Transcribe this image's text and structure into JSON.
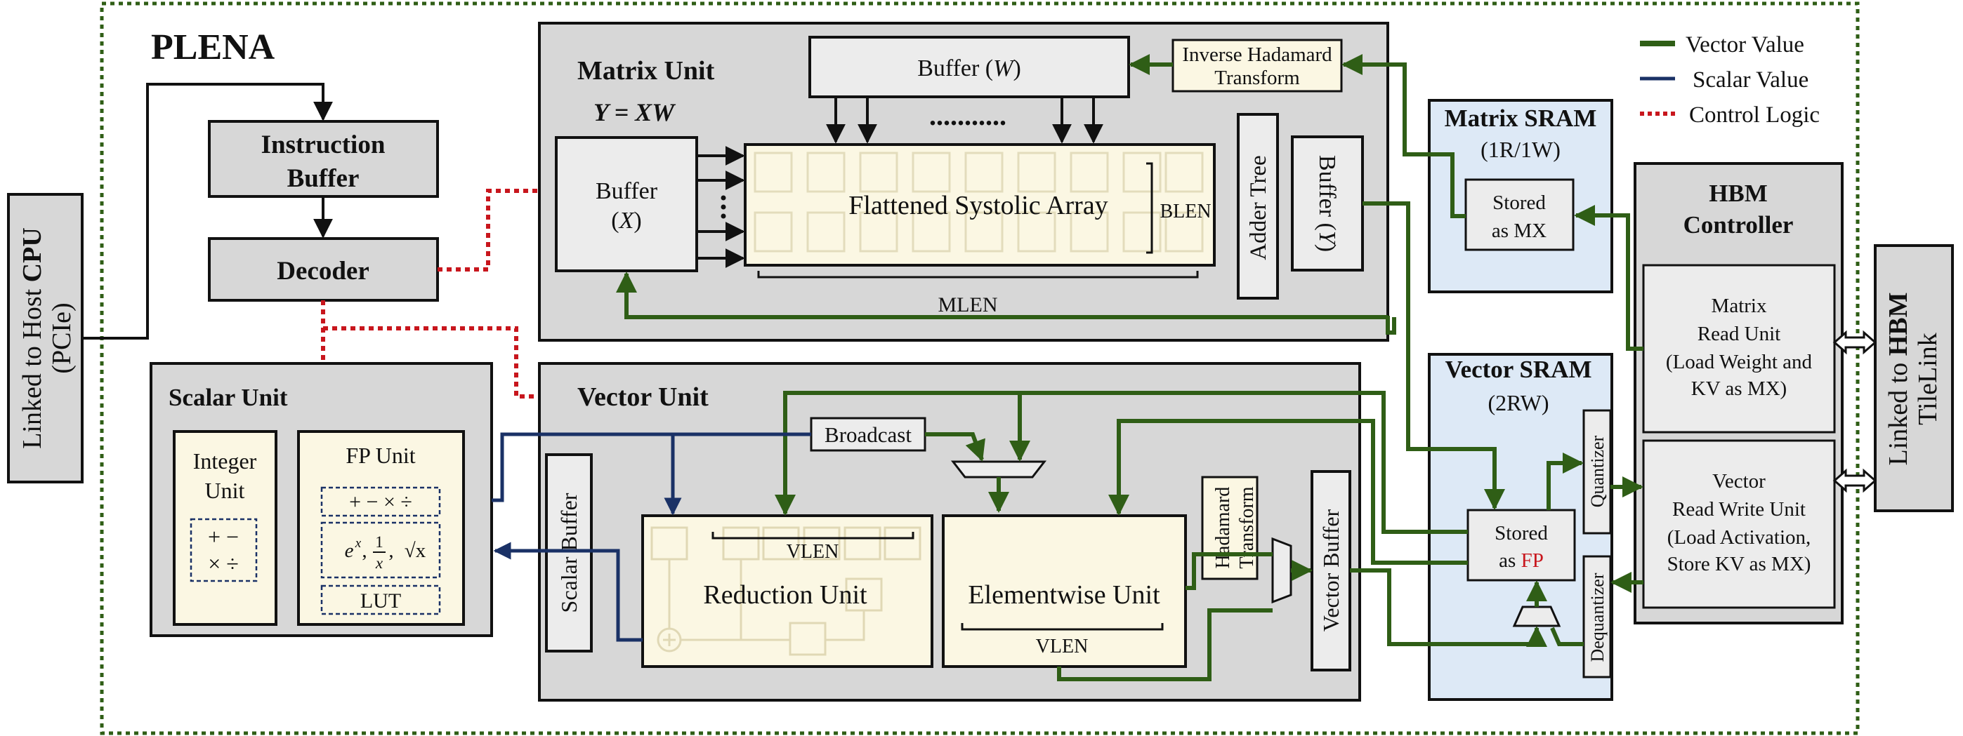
{
  "title": "PLENA",
  "host": {
    "line1_pre": "Linked to Host ",
    "line1_bold": "CPU",
    "line2": "(PCIe)"
  },
  "tilelink": {
    "line1_pre": "Linked to ",
    "line1_bold": "HBM",
    "line2": "TileLink"
  },
  "instruction_buffer": {
    "line1": "Instruction",
    "line2": "Buffer"
  },
  "decoder": "Decoder",
  "matrix_unit": {
    "title": "Matrix Unit",
    "equation": "Y = XW",
    "buffer_w_pre": "Buffer (",
    "buffer_w_var": "W",
    "buffer_w_post": ")",
    "buffer_x_line1": "Buffer",
    "buffer_x_line2_pre": "(",
    "buffer_x_var": "X",
    "buffer_x_line2_post": ")",
    "dots": "...........",
    "systolic": "Flattened Systolic Array",
    "blen": "BLEN",
    "mlen": "MLEN",
    "adder_tree": "Adder Tree",
    "buffer_y_pre": "Buffer (",
    "buffer_y_var": "Y",
    "buffer_y_post": ")",
    "inv_hadamard_line1": "Inverse Hadamard",
    "inv_hadamard_line2": "Transform"
  },
  "scalar_unit": {
    "title": "Scalar Unit",
    "integer_line1": "Integer",
    "integer_line2": "Unit",
    "int_ops_line1": "+ −",
    "int_ops_line2": "× ÷",
    "fp_title": "FP Unit",
    "fp_ops": "+ − × ÷",
    "fp_func_exp": "e",
    "fp_func_sup": "x",
    "fp_func_frac_num": "1",
    "fp_func_frac_den": "x",
    "fp_func_sqrt": "√x",
    "lut": "LUT"
  },
  "vector_unit": {
    "title": "Vector Unit",
    "broadcast": "Broadcast",
    "scalar_buffer": "Scalar Buffer",
    "reduction": "Reduction Unit",
    "vlen_reduction": "VLEN",
    "elementwise": "Elementwise Unit",
    "vlen_elementwise": "VLEN",
    "hadamard_line1": "Hadamard",
    "hadamard_line2": "Transform",
    "vector_buffer": "Vector Buffer"
  },
  "matrix_sram": {
    "title": "Matrix SRAM",
    "ports": "(1R/1W)",
    "stored_line1": "Stored",
    "stored_line2": "as MX"
  },
  "vector_sram": {
    "title": "Vector SRAM",
    "ports": "(2RW)",
    "stored_line1": "Stored",
    "stored_line2_pre": "as ",
    "stored_line2_fp": "FP",
    "quantizer": "Quantizer",
    "dequantizer": "Dequantizer"
  },
  "hbm": {
    "title_line1": "HBM",
    "title_line2": "Controller",
    "matrix_read": [
      "Matrix",
      "Read Unit",
      "(Load Weight and",
      "KV as MX)"
    ],
    "vector_rw": [
      "Vector",
      "Read Write Unit",
      "(Load Activation,",
      "Store KV as MX)"
    ]
  },
  "legend": {
    "vector": "Vector Value",
    "scalar": "Scalar Value",
    "control": "Control Logic"
  },
  "colors": {
    "vector_green": "#2f5e16",
    "scalar_blue": "#1a3166",
    "control_red": "#c8161d",
    "border_green": "#2f5e16",
    "gray_fill": "#d7d7d7",
    "light_gray": "#ececec",
    "cream": "#fbf7e3",
    "sram_blue": "#dde9f6",
    "fp_red": "#c8161d"
  }
}
